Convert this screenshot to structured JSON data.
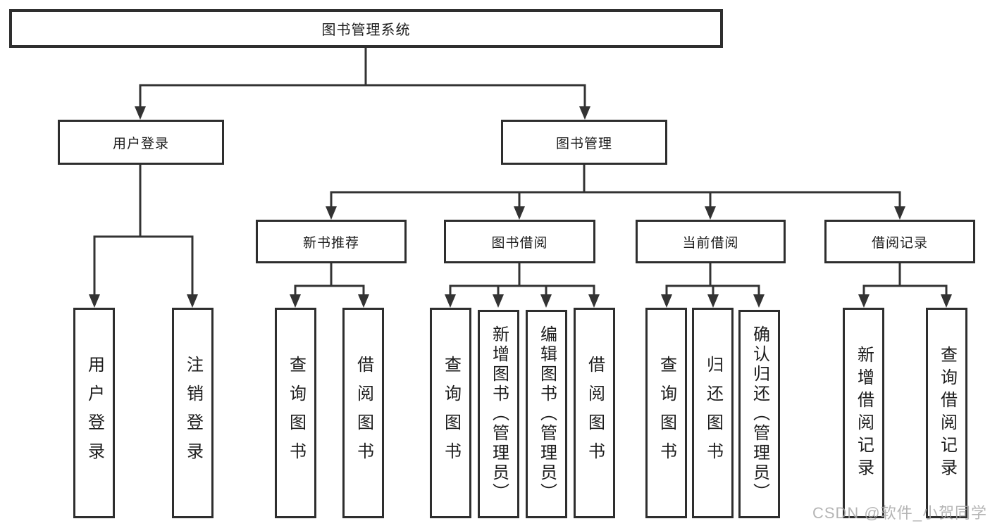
{
  "diagram": {
    "root": {
      "label": "图书管理系统"
    },
    "level2": [
      {
        "label": "用户登录"
      },
      {
        "label": "图书管理"
      }
    ],
    "level3": [
      {
        "label": "新书推荐"
      },
      {
        "label": "图书借阅"
      },
      {
        "label": "当前借阅"
      },
      {
        "label": "借阅记录"
      }
    ],
    "leaves": [
      {
        "label": "用户登录"
      },
      {
        "label": "注销登录"
      },
      {
        "label": "查询图书"
      },
      {
        "label": "借阅图书"
      },
      {
        "label": "查询图书"
      },
      {
        "label": "新增图书（管理员）"
      },
      {
        "label": "编辑图书（管理员）"
      },
      {
        "label": "借阅图书"
      },
      {
        "label": "查询图书"
      },
      {
        "label": "归还图书"
      },
      {
        "label": "确认归还（管理员）"
      },
      {
        "label": "新增借阅记录"
      },
      {
        "label": "查询借阅记录"
      }
    ]
  },
  "watermark": {
    "text": "CSDN @软件_小贺同学"
  },
  "colors": {
    "line": "#333333",
    "box_border": "#2e2e2e",
    "text": "#1c1c1c",
    "background": "#ffffff",
    "watermark": "#a8a8a8"
  }
}
